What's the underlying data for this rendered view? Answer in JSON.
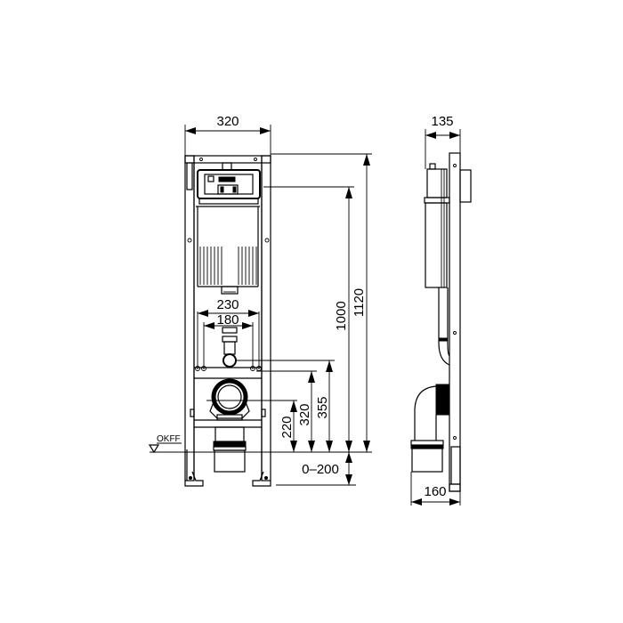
{
  "diagram": {
    "type": "technical-drawing",
    "subject": "wall-hung WC installation frame (front and side elevation)",
    "colors": {
      "line": "#000000",
      "background": "#ffffff"
    },
    "front_view": {
      "width_label": "320",
      "inlet_width_outer_label": "230",
      "inlet_width_inner_label": "180",
      "height_1000_label": "1000",
      "height_1120_label": "1120",
      "height_355_label": "355",
      "height_320_label": "320",
      "height_220_label": "220",
      "foot_adjust_label": "0–200",
      "floor_marker_label": "OKFF"
    },
    "side_view": {
      "depth_top_label": "135",
      "depth_bottom_label": "160"
    }
  }
}
